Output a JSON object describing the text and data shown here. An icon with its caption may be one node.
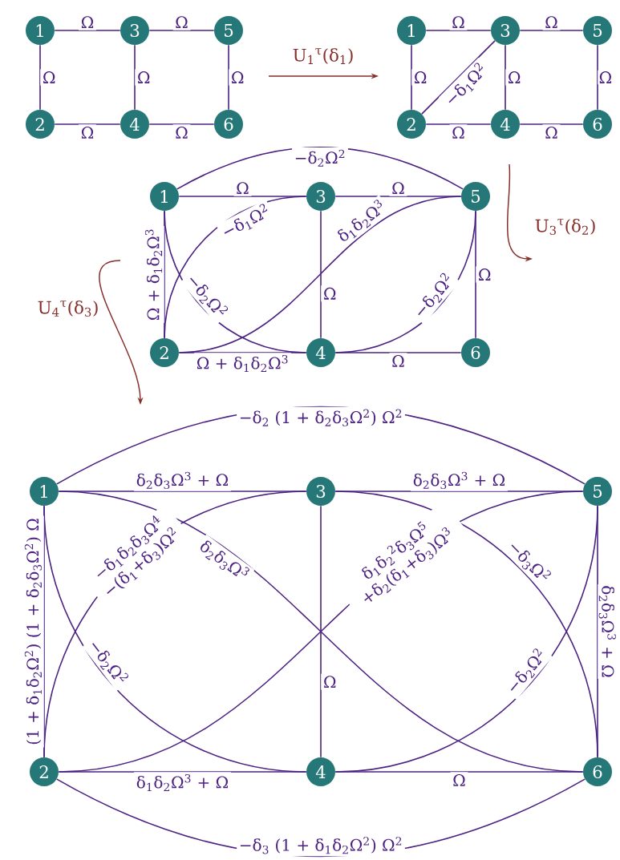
{
  "diagram": {
    "nodes": [
      {
        "text": [
          "1"
        ]
      },
      {
        "text": [
          "3"
        ]
      },
      {
        "text": [
          "5"
        ]
      },
      {
        "text": [
          "2"
        ]
      },
      {
        "text": [
          "4"
        ]
      },
      {
        "text": [
          "6"
        ]
      },
      {
        "text": [
          "1"
        ]
      },
      {
        "text": [
          "3"
        ]
      },
      {
        "text": [
          "5"
        ]
      },
      {
        "text": [
          "2"
        ]
      },
      {
        "text": [
          "4"
        ]
      },
      {
        "text": [
          "6"
        ]
      },
      {
        "text": [
          "1"
        ]
      },
      {
        "text": [
          "3"
        ]
      },
      {
        "text": [
          "5"
        ]
      },
      {
        "text": [
          "2"
        ]
      },
      {
        "text": [
          "4"
        ]
      },
      {
        "text": [
          "6"
        ]
      },
      {
        "text": [
          "1"
        ]
      },
      {
        "text": [
          "3"
        ]
      },
      {
        "text": [
          "5"
        ]
      },
      {
        "text": [
          "2"
        ]
      },
      {
        "text": [
          "4"
        ]
      },
      {
        "text": [
          "6"
        ]
      }
    ],
    "edges": [
      {
        "from": 0,
        "to": 1,
        "arrow": "none",
        "label": "Ω"
      },
      {
        "from": 1,
        "to": 2,
        "arrow": "none",
        "label": "Ω"
      },
      {
        "from": 0,
        "to": 3,
        "arrow": "none",
        "label": "Ω"
      },
      {
        "from": 1,
        "to": 4,
        "arrow": "none",
        "label": "Ω"
      },
      {
        "from": 2,
        "to": 5,
        "arrow": "none",
        "label": "Ω"
      },
      {
        "from": 3,
        "to": 4,
        "arrow": "none",
        "label": "Ω"
      },
      {
        "from": 4,
        "to": 5,
        "arrow": "none",
        "label": "Ω"
      },
      {
        "from": 6,
        "to": 7,
        "arrow": "none",
        "label": "Ω"
      },
      {
        "from": 7,
        "to": 8,
        "arrow": "none",
        "label": "Ω"
      },
      {
        "from": 6,
        "to": 9,
        "arrow": "none",
        "label": "Ω"
      },
      {
        "from": 9,
        "to": 7,
        "arrow": "none",
        "label": "−δ$_{1}$Ω$^{2}$"
      },
      {
        "from": 7,
        "to": 10,
        "arrow": "none",
        "label": "Ω"
      },
      {
        "from": 8,
        "to": 11,
        "arrow": "none",
        "label": "Ω"
      },
      {
        "from": 9,
        "to": 10,
        "arrow": "none",
        "label": "Ω"
      },
      {
        "from": 10,
        "to": 11,
        "arrow": "none",
        "label": "Ω"
      },
      {
        "from": 12,
        "to": 14,
        "arrow": "none",
        "label": "−δ$_{2}$Ω$^{2}$"
      },
      {
        "from": 12,
        "to": 13,
        "arrow": "none",
        "label": "Ω"
      },
      {
        "from": 13,
        "to": 14,
        "arrow": "none",
        "label": "Ω"
      },
      {
        "from": 12,
        "to": 15,
        "arrow": "none",
        "label": "Ω + δ$_{1}$δ$_{2}$Ω$^{3}$"
      },
      {
        "from": 15,
        "to": 13,
        "arrow": "none",
        "label": "−δ$_{1}$Ω$^{2}$"
      },
      {
        "from": 12,
        "to": 16,
        "arrow": "none",
        "label": "−δ$_{2}$Ω$^{2}$"
      },
      {
        "from": 15,
        "to": 14,
        "arrow": "none",
        "label": "δ$_{1}$δ$_{2}$Ω$^{3}$"
      },
      {
        "from": 13,
        "to": 16,
        "arrow": "none",
        "label": "Ω"
      },
      {
        "from": 16,
        "to": 14,
        "arrow": "none",
        "label": "−δ$_{2}$Ω$^{2}$"
      },
      {
        "from": 14,
        "to": 17,
        "arrow": "none",
        "label": "Ω"
      },
      {
        "from": 15,
        "to": 16,
        "arrow": "none",
        "label": "Ω + δ$_{1}$δ$_{2}$Ω$^{3}$"
      },
      {
        "from": 16,
        "to": 17,
        "arrow": "none",
        "label": "Ω"
      },
      {
        "from": 18,
        "to": 20,
        "arrow": "none",
        "label": "−δ$_{2}$ (1 + δ$_{2}$δ$_{3}$Ω$^{2}$) Ω$^{2}$"
      },
      {
        "from": 18,
        "to": 19,
        "arrow": "none",
        "label": "δ$_{2}$δ$_{3}$Ω$^{3}$ + Ω"
      },
      {
        "from": 19,
        "to": 20,
        "arrow": "none",
        "label": "δ$_{2}$δ$_{3}$Ω$^{3}$ + Ω"
      },
      {
        "from": 18,
        "to": 21,
        "arrow": "none",
        "label": "(1 + δ$_{1}$δ$_{2}$Ω$^{2}$) (1 + δ$_{2}$δ$_{3}$Ω$^{2}$) Ω"
      },
      {
        "from": 18,
        "to": 22,
        "arrow": "none",
        "label": "−δ$_{2}$Ω$^{2}$"
      },
      {
        "from": 18,
        "to": 23,
        "arrow": "none",
        "label": "δ$_{2}$δ$_{3}$Ω$^{3}$"
      },
      {
        "from": 21,
        "to": 19,
        "arrow": "none",
        "label": "−δ$_{1}$δ$_{2}$δ$_{3}$Ω$^{4}$ −(δ$_{1}$+δ$_{3}$)Ω$^{2}$"
      },
      {
        "from": 21,
        "to": 20,
        "arrow": "none",
        "label": "δ$_{1}$δ$_{2}$$^{2}$δ$_{3}$Ω$^{5}$ +δ$_{2}$(δ$_{1}$+δ$_{3}$)Ω$^{3}$"
      },
      {
        "from": 19,
        "to": 22,
        "arrow": "none",
        "label": "Ω"
      },
      {
        "from": 19,
        "to": 23,
        "arrow": "none",
        "label": "−δ$_{3}$Ω$^{2}$"
      },
      {
        "from": 22,
        "to": 20,
        "arrow": "none",
        "label": "−δ$_{2}$Ω$^{2}$"
      },
      {
        "from": 20,
        "to": 23,
        "arrow": "none",
        "label": "δ$_{2}$δ$_{3}$Ω$^{3}$ + Ω"
      },
      {
        "from": 21,
        "to": 22,
        "arrow": "none",
        "label": "δ$_{1}$δ$_{2}$Ω$^{3}$ + Ω"
      },
      {
        "from": 22,
        "to": 23,
        "arrow": "none",
        "label": "Ω"
      },
      {
        "from": 21,
        "to": 23,
        "arrow": "none",
        "label": "−δ$_{3}$ (1 + δ$_{1}$δ$_{2}$Ω$^{2}$) Ω$^{2}$"
      }
    ],
    "labels": [
      "U$_{1}$$^{τ}$(δ$_{1}$)",
      "U$_{3}$$^{τ}$(δ$_{2}$)",
      "U$_{4}$$^{τ}$(δ$_{3}$)"
    ]
  }
}
